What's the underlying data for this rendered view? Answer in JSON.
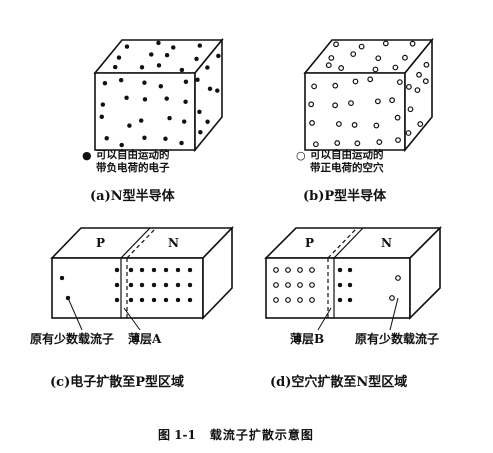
{
  "panel_a": {
    "legend_symbol": "●",
    "legend_line1": "可以自由运动的",
    "legend_line2": "带负电荷的电子",
    "caption": "(a)N型半导体"
  },
  "panel_b": {
    "legend_symbol": "○",
    "legend_line1": "可以自由运动的",
    "legend_line2": "带正电荷的空穴",
    "caption": "(b)P型半导体"
  },
  "panel_c": {
    "face_left": "P",
    "face_right": "N",
    "label_left": "原有少数载流子",
    "label_right": "薄层A",
    "caption": "(c)电子扩散至P型区域"
  },
  "panel_d": {
    "face_left": "P",
    "face_right": "N",
    "label_left": "薄层B",
    "label_right": "原有少数载流子",
    "caption": "(d)空穴扩散至N型区域"
  },
  "figure_caption": {
    "number": "图 1-1",
    "title": "载流子扩散示意图"
  }
}
